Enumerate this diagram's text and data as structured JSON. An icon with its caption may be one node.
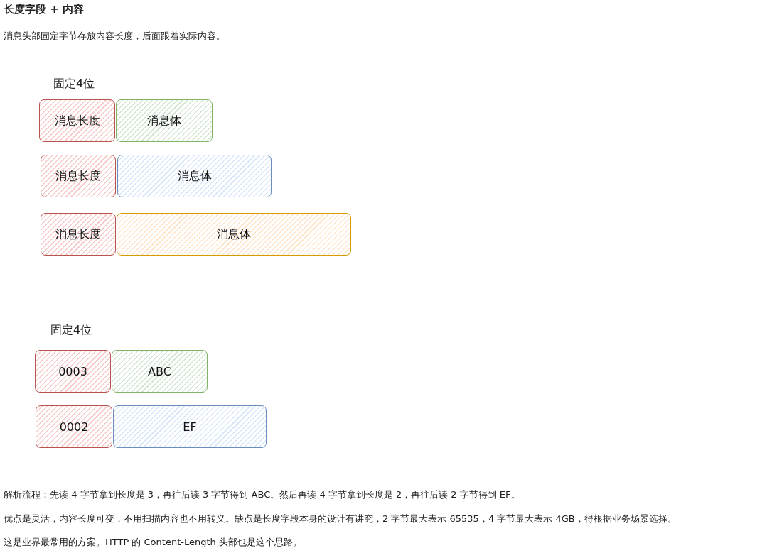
{
  "diagram": {
    "title": "长度字段 + 内容",
    "nodes": [
      {
        "text": [
          "消息长度"
        ]
      },
      {
        "text": [
          "消息体"
        ]
      },
      {
        "text": [
          "消息长度"
        ]
      },
      {
        "text": [
          "消息体"
        ]
      },
      {
        "text": [
          "消息长度"
        ]
      },
      {
        "text": [
          "消息体"
        ]
      },
      {
        "text": [
          "0003"
        ]
      },
      {
        "text": [
          "ABC"
        ]
      },
      {
        "text": [
          "0002"
        ]
      },
      {
        "text": [
          "EF"
        ]
      }
    ],
    "labels": [
      "消息头部固定字节存放内容长度，后面跟着实际内容。",
      "固定4位",
      "固定4位",
      "解析流程：先读 4 字节拿到长度是 3，再往后读 3 字节得到 ABC。然后再读 4 字节拿到长度是 2，再往后读 2 字节得到 EF。",
      "优点是灵活，内容长度可变，不用扫描内容也不用转义。缺点是长度字段本身的设计有讲究，2 字节最大表示 65535，4 字节最大表示 4GB，得根据业务场景选择。",
      "这是业界最常用的方案。HTTP 的 Content-Length 头部也是这个思路。"
    ]
  }
}
